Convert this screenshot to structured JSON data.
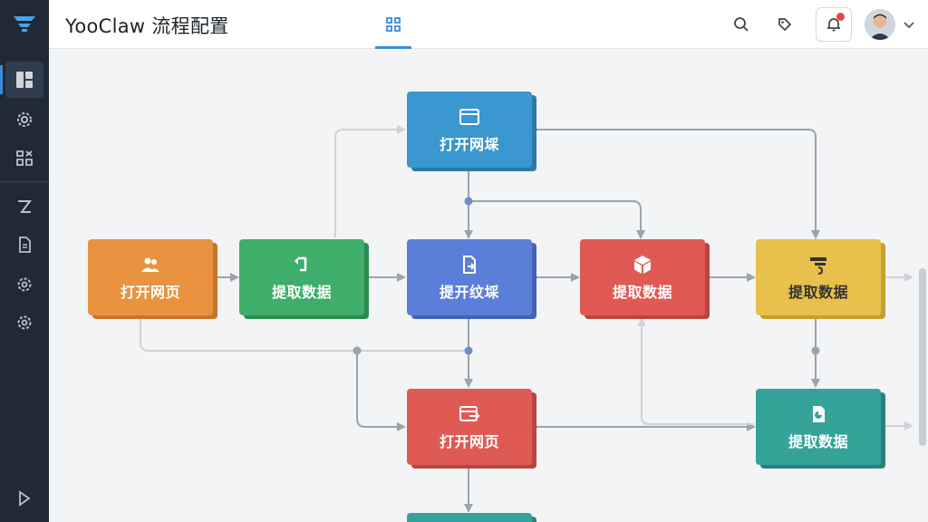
{
  "header": {
    "title": "YooClaw  流程配置"
  },
  "nodes": {
    "open_page_top": "打开网埰",
    "open_page_left": "打开网页",
    "extract_green": "提取数据",
    "extract_indigo": "提开纹埰",
    "extract_red": "提取数据",
    "extract_yellow": "提取数据",
    "open_page_bottom": "打开网页",
    "extract_teal": "提取数据"
  },
  "colors": {
    "accent": "#3d8bd9",
    "sidebar": "#1f2a36",
    "blue": "#3a97cf",
    "orange": "#e9923f",
    "green": "#3fae6a",
    "indigo": "#5b7fd9",
    "red": "#e05a55",
    "yellow": "#e8c04b",
    "teal": "#36a39b",
    "notification": "#e24a4a"
  },
  "icons": {
    "sidebar": [
      "dashboard-icon",
      "settings-gear-icon",
      "puzzle-icon",
      "flow-icon",
      "document-icon",
      "gear-icon",
      "gear-icon",
      "play-icon"
    ],
    "header": [
      "grid-icon",
      "search-icon",
      "tag-icon",
      "bell-icon",
      "avatar",
      "chevron-down-icon"
    ]
  }
}
